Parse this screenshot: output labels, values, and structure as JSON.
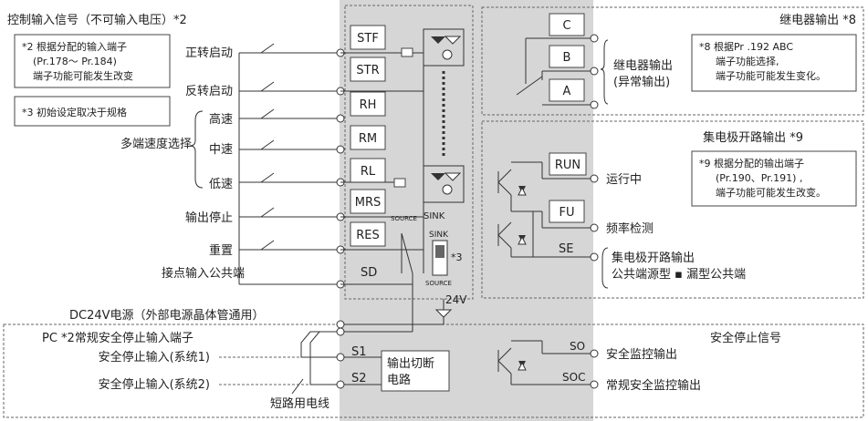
{
  "header": {
    "control_input": "控制输入信号（不可输入电压）*2",
    "relay_output": "继电器输出 *8"
  },
  "notes": {
    "n2_l1": "*2 根据分配的输入端子",
    "n2_l2": "(Pr.178～ Pr.184)",
    "n2_l3": "端子功能可能发生改变",
    "n3": "*3 初始设定取决于规格",
    "n8_l1": "*8 根据Pr .192 ABC",
    "n8_l2": "端子功能选择,",
    "n8_l3": "端子功能可能发生变化。",
    "n9_l1": "*9 根据分配的输出端子",
    "n9_l2": "(Pr.190、Pr.191) ,",
    "n9_l3": "端子功能可能发生改变。"
  },
  "inputs": {
    "forward": "正转启动",
    "reverse": "反转启动",
    "high": "高速",
    "multi_speed": "多端速度选择",
    "mid": "中速",
    "low": "低速",
    "output_stop": "输出停止",
    "reset": "重置",
    "contact_common": "接点输入公共端"
  },
  "terminals": {
    "stf": "STF",
    "str": "STR",
    "rh": "RH",
    "rm": "RM",
    "rl": "RL",
    "mrs": "MRS",
    "res": "RES",
    "sd": "SD",
    "c": "C",
    "b": "B",
    "a": "A",
    "run": "RUN",
    "fu": "FU",
    "se": "SE",
    "s1": "S1",
    "s2": "S2",
    "so": "SO",
    "soc": "SOC"
  },
  "switch": {
    "source": "SOURCE",
    "sink": "SINK",
    "sink_top": "SINK",
    "source_bottom": "SOURCE",
    "note": "*3",
    "v24": "24V"
  },
  "relay": {
    "label_l1": "继电器输出",
    "label_l2": "(异常输出)"
  },
  "open_collector": {
    "title": "集电极开路输出 *9",
    "running": "运行中",
    "freq_detect": "频率检测",
    "oc_l1": "集电极开路输出",
    "oc_l2": "公共端源型 ▪ 漏型公共端"
  },
  "dc24": "DC24V电源（外部电源晶体管通用）",
  "safety": {
    "pc_label": "PC *2常规安全停止输入端子",
    "sys1": "安全停止输入(系统1)",
    "sys2": "安全停止输入(系统2)",
    "cutoff_l1": "输出切断",
    "cutoff_l2": "电路",
    "short_wire": "短路用电线",
    "signal": "安全停止信号",
    "monitor": "安全监控输出",
    "normal_monitor": "常规安全监控输出"
  }
}
